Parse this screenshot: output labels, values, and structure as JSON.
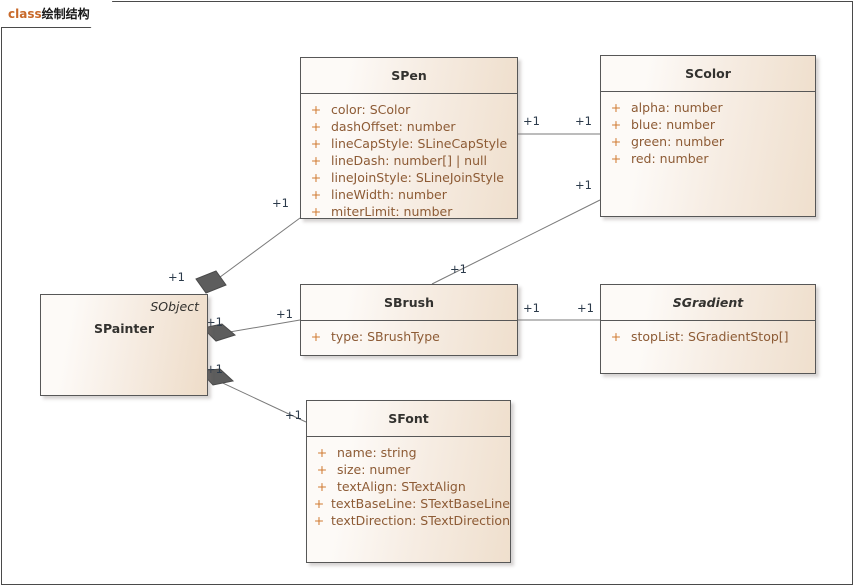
{
  "frame": {
    "keyword": "class",
    "title": "绘制结构"
  },
  "colors": {
    "border": "#575757",
    "fill_light": "#fdfaf7",
    "fill_dark": "#efdfcd",
    "attr_text": "#8d5b35",
    "visibility": "#d07a30",
    "title_text": "#33322f",
    "keyword": "#c8692a",
    "multiplicity": "#2b3a4a",
    "diamond": "#5a5a5a"
  },
  "classes": {
    "spainter": {
      "name": "SPainter",
      "stereotype": "SObject"
    },
    "spen": {
      "name": "SPen",
      "abstract": false,
      "attributes": [
        {
          "visibility": "+",
          "text": "color: SColor"
        },
        {
          "visibility": "+",
          "text": "dashOffset: number"
        },
        {
          "visibility": "+",
          "text": "lineCapStyle: SLineCapStyle"
        },
        {
          "visibility": "+",
          "text": "lineDash: number[] | null"
        },
        {
          "visibility": "+",
          "text": "lineJoinStyle: SLineJoinStyle"
        },
        {
          "visibility": "+",
          "text": "lineWidth: number"
        },
        {
          "visibility": "+",
          "text": "miterLimit: number"
        }
      ]
    },
    "scolor": {
      "name": "SColor",
      "abstract": false,
      "attributes": [
        {
          "visibility": "+",
          "text": "alpha: number"
        },
        {
          "visibility": "+",
          "text": "blue: number"
        },
        {
          "visibility": "+",
          "text": "green: number"
        },
        {
          "visibility": "+",
          "text": "red: number"
        }
      ]
    },
    "sbrush": {
      "name": "SBrush",
      "abstract": false,
      "attributes": [
        {
          "visibility": "+",
          "text": "type: SBrushType"
        }
      ]
    },
    "sgradient": {
      "name": "SGradient",
      "abstract": true,
      "attributes": [
        {
          "visibility": "+",
          "text": "stopList: SGradientStop[]"
        }
      ]
    },
    "sfont": {
      "name": "SFont",
      "abstract": false,
      "attributes": [
        {
          "visibility": "+",
          "text": "name: string"
        },
        {
          "visibility": "+",
          "text": "size: numer"
        },
        {
          "visibility": "+",
          "text": "textAlign: STextAlign"
        },
        {
          "visibility": "+",
          "text": "textBaseLine: STextBaseLine"
        },
        {
          "visibility": "+",
          "text": "textDirection: STextDirection"
        }
      ]
    }
  },
  "associations": [
    {
      "id": "painter-pen",
      "source": "SPainter",
      "target": "SPen",
      "source_mult": "+1",
      "target_mult": "+1",
      "kind": "composition"
    },
    {
      "id": "painter-brush",
      "source": "SPainter",
      "target": "SBrush",
      "source_mult": "+1",
      "target_mult": "+1",
      "kind": "composition"
    },
    {
      "id": "painter-font",
      "source": "SPainter",
      "target": "SFont",
      "source_mult": "+1",
      "target_mult": "+1",
      "kind": "composition"
    },
    {
      "id": "pen-color",
      "source": "SPen",
      "target": "SColor",
      "source_mult": "+1",
      "target_mult": "+1",
      "kind": "association"
    },
    {
      "id": "brush-color",
      "source": "SBrush",
      "target": "SColor",
      "source_mult": "+1",
      "target_mult": "+1",
      "kind": "association"
    },
    {
      "id": "brush-gradient",
      "source": "SBrush",
      "target": "SGradient",
      "source_mult": "+1",
      "target_mult": "+1",
      "kind": "association"
    }
  ],
  "multiplicity_labels": [
    {
      "key": "pen_src",
      "text": "+1"
    },
    {
      "key": "pen_tgt",
      "text": "+1"
    },
    {
      "key": "brush_src",
      "text": "+1"
    },
    {
      "key": "brush_tgt",
      "text": "+1"
    },
    {
      "key": "font_src",
      "text": "+1"
    },
    {
      "key": "font_tgt",
      "text": "+1"
    },
    {
      "key": "pencolor_src",
      "text": "+1"
    },
    {
      "key": "pencolor_tgt",
      "text": "+1"
    },
    {
      "key": "brushcolor_src",
      "text": "+1"
    },
    {
      "key": "brushcolor_tgt",
      "text": "+1"
    },
    {
      "key": "brushgrad_src",
      "text": "+1"
    },
    {
      "key": "brushgrad_tgt",
      "text": "+1"
    }
  ]
}
